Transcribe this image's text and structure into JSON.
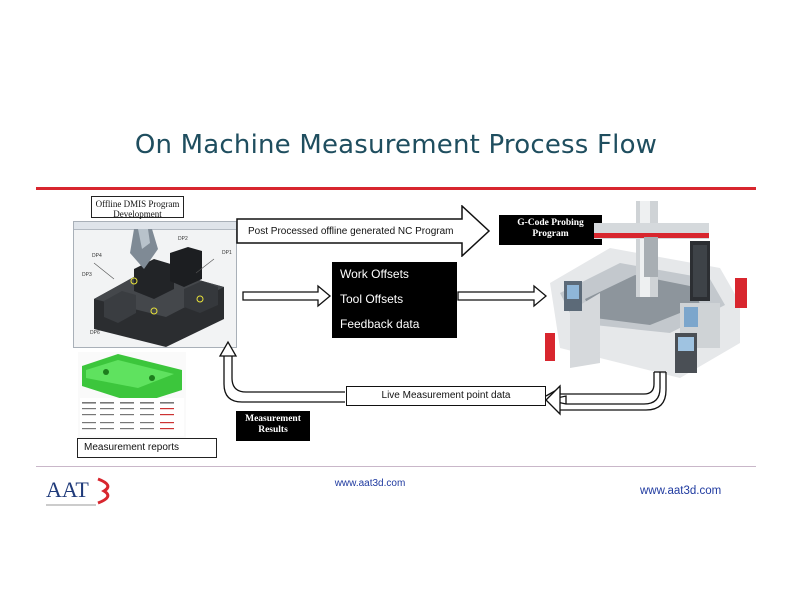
{
  "title": "On Machine Measurement Process Flow",
  "labels": {
    "offline_dmis": "Offline DMIS Program Development",
    "post_processed": "Post Processed offline generated NC Program",
    "gcode_probing": "G-Code Probing Program",
    "live_measurement": "Live Measurement point data",
    "measurement_results": "Measurement Results",
    "measurement_reports": "Measurement reports"
  },
  "feedback_items": [
    "Work Offsets",
    "Tool Offsets",
    "Feedback data"
  ],
  "cad_tags": [
    "DP2",
    "DP1",
    "DP4",
    "DP3",
    "DP6"
  ],
  "logo_text": "AAT3",
  "footer": {
    "url_center": "www.aat3d.com",
    "url_right": "www.aat3d.com"
  },
  "colors": {
    "title": "#1f4e5f",
    "rule": "#d8262e",
    "link": "#1f3aa0",
    "machine_accent": "#d8262e"
  }
}
